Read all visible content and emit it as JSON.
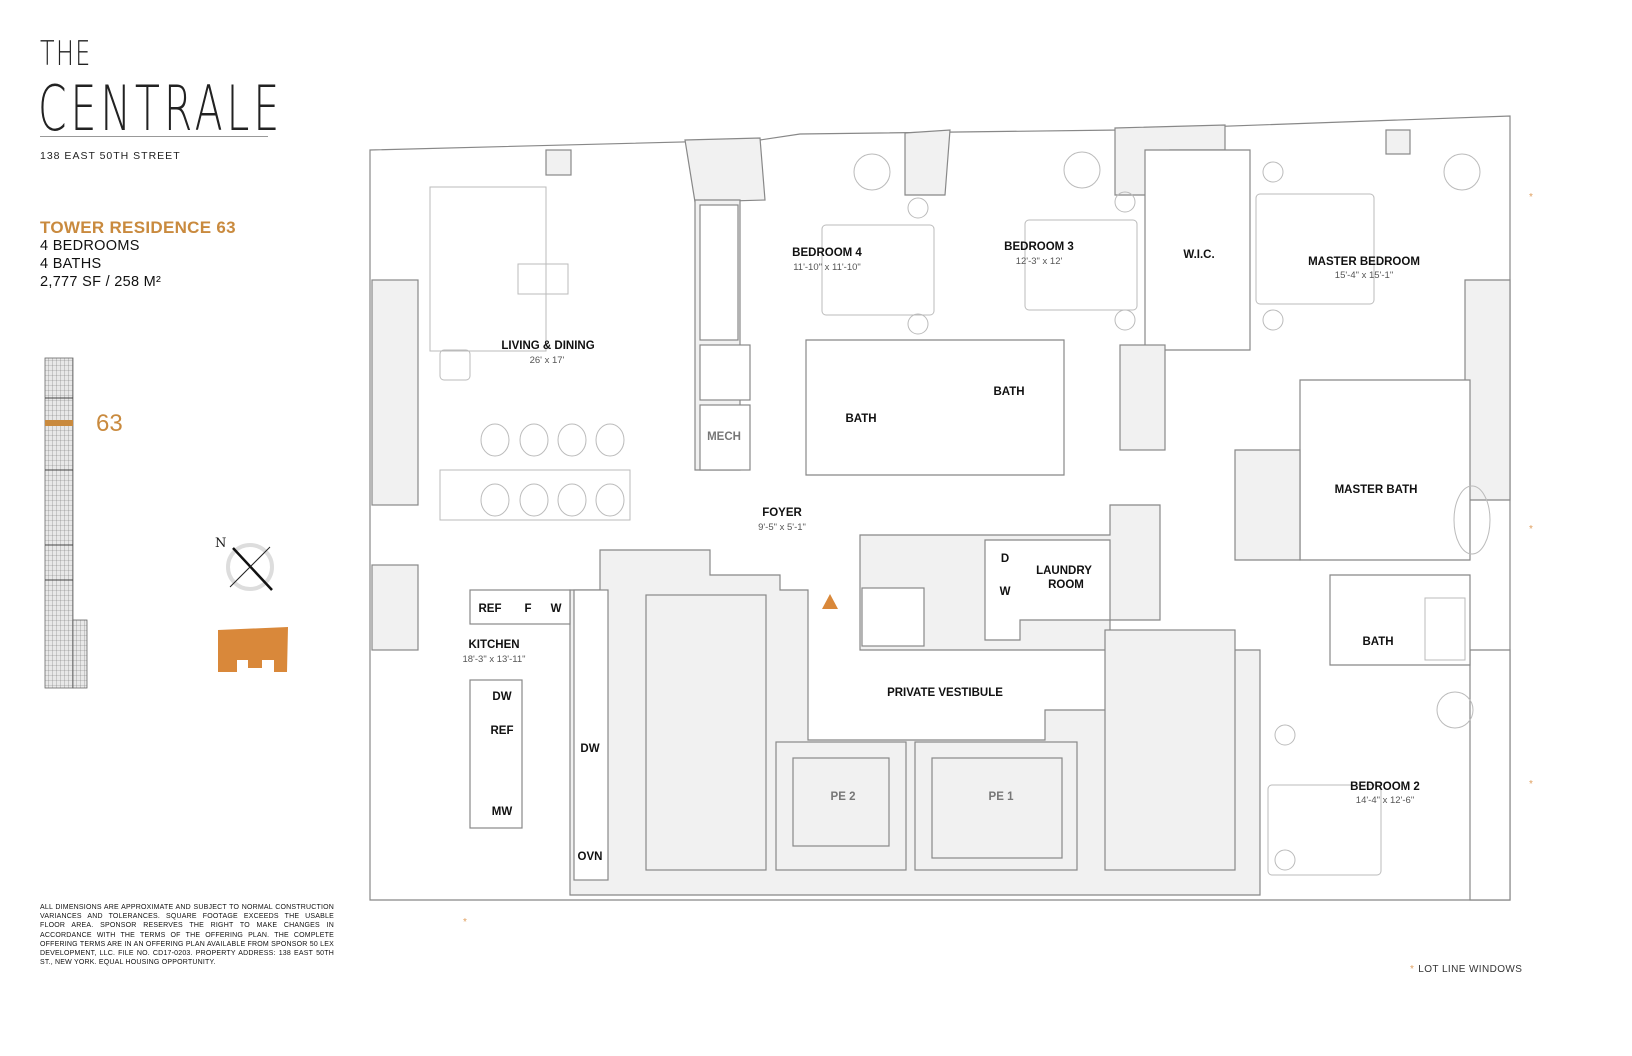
{
  "brand": {
    "logo_top": "THE",
    "logo_main": "CENTRALE",
    "address": "138 EAST 50TH STREET"
  },
  "residence": {
    "title": "TOWER RESIDENCE 63",
    "bedrooms": "4 BEDROOMS",
    "baths": "4 BATHS",
    "area": "2,777 SF / 258 M²",
    "floor_number": "63",
    "accent_color": "#c98a3e"
  },
  "compass": {
    "north_label": "N"
  },
  "rooms": [
    {
      "name": "LIVING & DINING",
      "dims": "26' x 17'"
    },
    {
      "name": "BEDROOM 4",
      "dims": "11'-10\" x 11'-10\""
    },
    {
      "name": "BEDROOM 3",
      "dims": "12'-3\" x 12'"
    },
    {
      "name": "W.I.C.",
      "dims": ""
    },
    {
      "name": "MASTER BEDROOM",
      "dims": "15'-4\" x 15'-1\""
    },
    {
      "name": "BATH",
      "dims": ""
    },
    {
      "name": "BATH",
      "dims": ""
    },
    {
      "name": "MASTER BATH",
      "dims": ""
    },
    {
      "name": "FOYER",
      "dims": "9'-5\" x 5'-1\""
    },
    {
      "name": "LAUNDRY ROOM",
      "dims": ""
    },
    {
      "name": "KITCHEN",
      "dims": "18'-3\" x 13'-11\""
    },
    {
      "name": "PRIVATE VESTIBULE",
      "dims": ""
    },
    {
      "name": "BATH",
      "dims": ""
    },
    {
      "name": "BEDROOM 2",
      "dims": "14'-4\" x 12'-6\""
    }
  ],
  "fixtures": {
    "ref1": "REF",
    "freezer": "F",
    "wine": "W",
    "island_dw": "DW",
    "island_ref": "REF",
    "island_mw": "MW",
    "counter_dw": "DW",
    "oven": "OVN",
    "dryer": "D",
    "washer": "W",
    "mech": "MECH",
    "elevator_2": "PE 2",
    "elevator_1": "PE 1"
  },
  "laundry_line1": "LAUNDRY",
  "laundry_line2": "ROOM",
  "disclaimer": "ALL DIMENSIONS ARE APPROXIMATE AND SUBJECT TO NORMAL CONSTRUCTION VARIANCES AND TOLERANCES. SQUARE FOOTAGE EXCEEDS THE USABLE FLOOR AREA. SPONSOR RESERVES THE RIGHT TO MAKE CHANGES IN ACCORDANCE WITH THE TERMS OF THE OFFERING PLAN. THE COMPLETE OFFERING TERMS ARE IN AN OFFERING PLAN AVAILABLE FROM SPONSOR 50 LEX DEVELOPMENT, LLC. FILE NO. CD17-0203. PROPERTY ADDRESS: 138 EAST 50TH ST., NEW YORK. EQUAL HOUSING OPPORTUNITY.",
  "legend": {
    "symbol": "*",
    "label": "LOT LINE WINDOWS"
  }
}
